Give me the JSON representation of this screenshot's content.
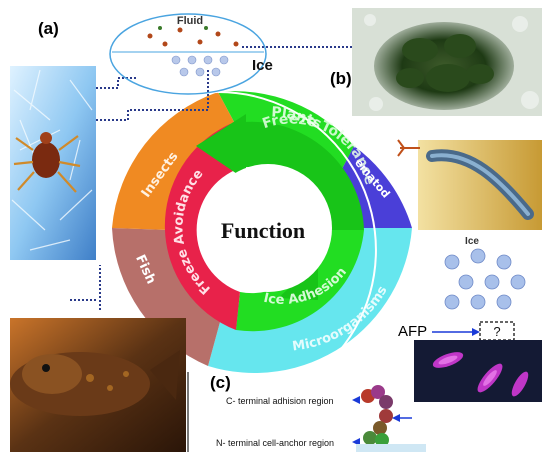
{
  "panel_labels": {
    "a": "(a)",
    "b": "(b)",
    "c": "(c)"
  },
  "center": {
    "title": "Function"
  },
  "outer_ring": {
    "plants": "Plants",
    "nematode": "Nematode",
    "microorganisms": "Microorganisms",
    "fish": "Fish",
    "insects": "Insects"
  },
  "inner_ring": {
    "freeze_tolerance": "Freeze Tolerance",
    "ice_adhesion": "Ice Adhesion",
    "freeze_avoidance": "Freeze Avoidance"
  },
  "insect_inset": {
    "fluid": "Fluid",
    "ice": "Ice"
  },
  "micro_inset": {
    "ice": "Ice",
    "afp": "AFP",
    "question": "?"
  },
  "adhesin": {
    "c_terminal": "C- terminal adhision region",
    "n_terminal": "N- terminal cell-anchor region"
  },
  "colors": {
    "green": "#22dd22",
    "green_dark": "#18c418",
    "cyan": "#66e6ee",
    "purple": "#4a3fd8",
    "orange": "#f08a22",
    "brown": "#b7706a",
    "red": "#e8224a",
    "dotted_line": "#2a3a8a"
  }
}
